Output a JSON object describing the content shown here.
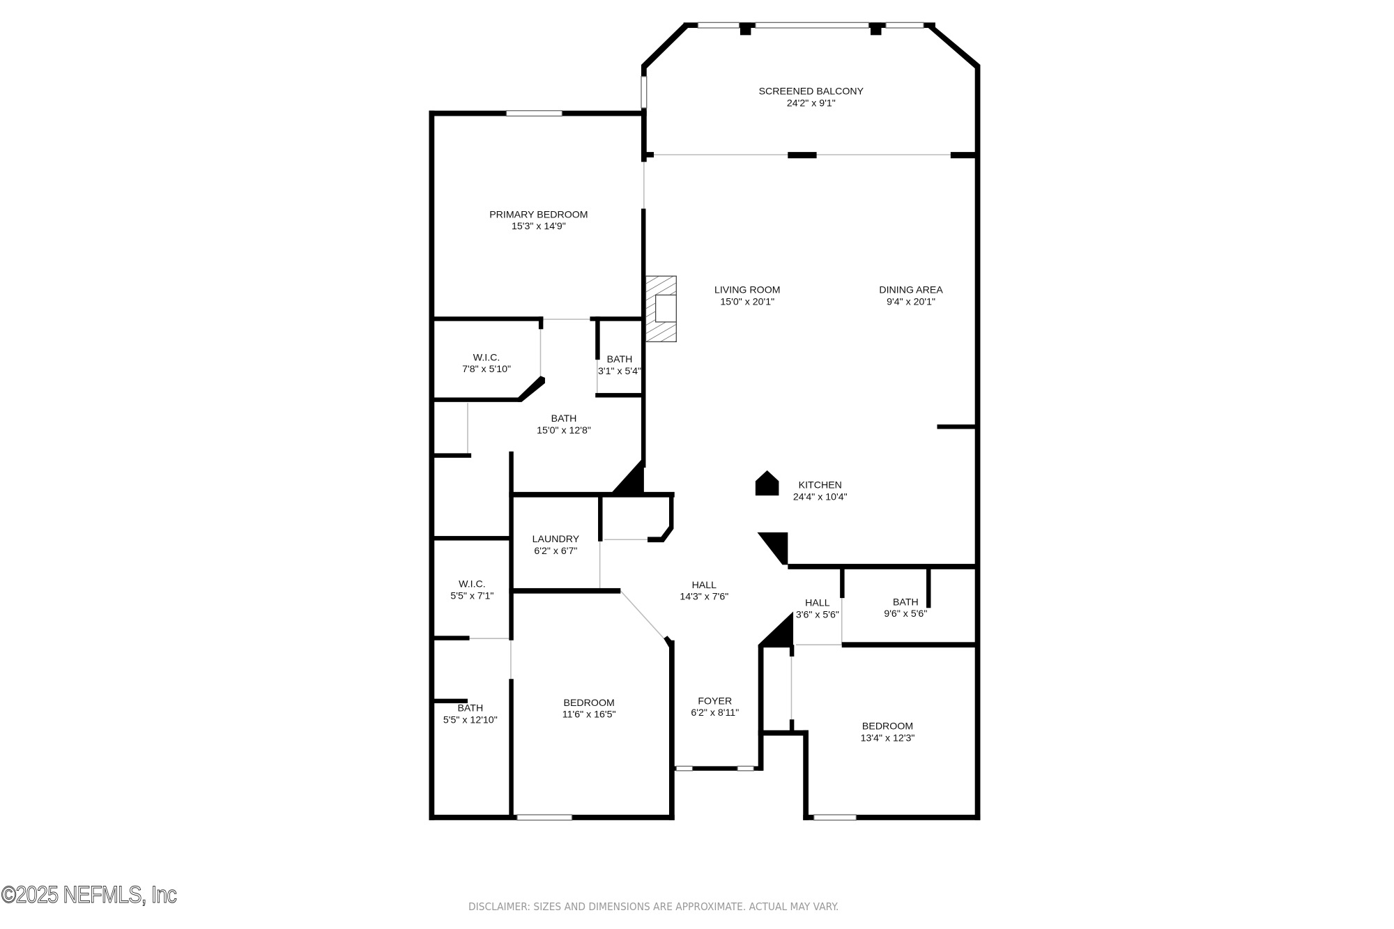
{
  "rooms": [
    {
      "name": "SCREENED BALCONY",
      "size": "24'2\" x 9'1\""
    },
    {
      "name": "PRIMARY BEDROOM",
      "size": "15'3\" x 14'9\""
    },
    {
      "name": "LIVING ROOM",
      "size": "15'0\" x 20'1\""
    },
    {
      "name": "DINING AREA",
      "size": "9'4\" x 20'1\""
    },
    {
      "name": "W.I.C.",
      "size": "7'8\" x 5'10\""
    },
    {
      "name": "BATH",
      "size": "3'1\" x 5'4\""
    },
    {
      "name": "BATH",
      "size": "15'0\" x 12'8\""
    },
    {
      "name": "KITCHEN",
      "size": "24'4\" x 10'4\""
    },
    {
      "name": "LAUNDRY",
      "size": "6'2\" x 6'7\""
    },
    {
      "name": "W.I.C.",
      "size": "5'5\" x 7'1\""
    },
    {
      "name": "HALL",
      "size": "14'3\" x 7'6\""
    },
    {
      "name": "HALL",
      "size": "3'6\" x 5'6\""
    },
    {
      "name": "BATH",
      "size": "9'6\" x 5'6\""
    },
    {
      "name": "BATH",
      "size": "5'5\" x 12'10\""
    },
    {
      "name": "BEDROOM",
      "size": "11'6\" x 16'5\""
    },
    {
      "name": "FOYER",
      "size": "6'2\" x 8'11\""
    },
    {
      "name": "BEDROOM",
      "size": "13'4\" x 12'3\""
    }
  ],
  "watermark": "©2025 NEFMLS, Inc",
  "disclaimer": "DISCLAIMER: SIZES AND DIMENSIONS ARE APPROXIMATE. ACTUAL MAY VARY."
}
